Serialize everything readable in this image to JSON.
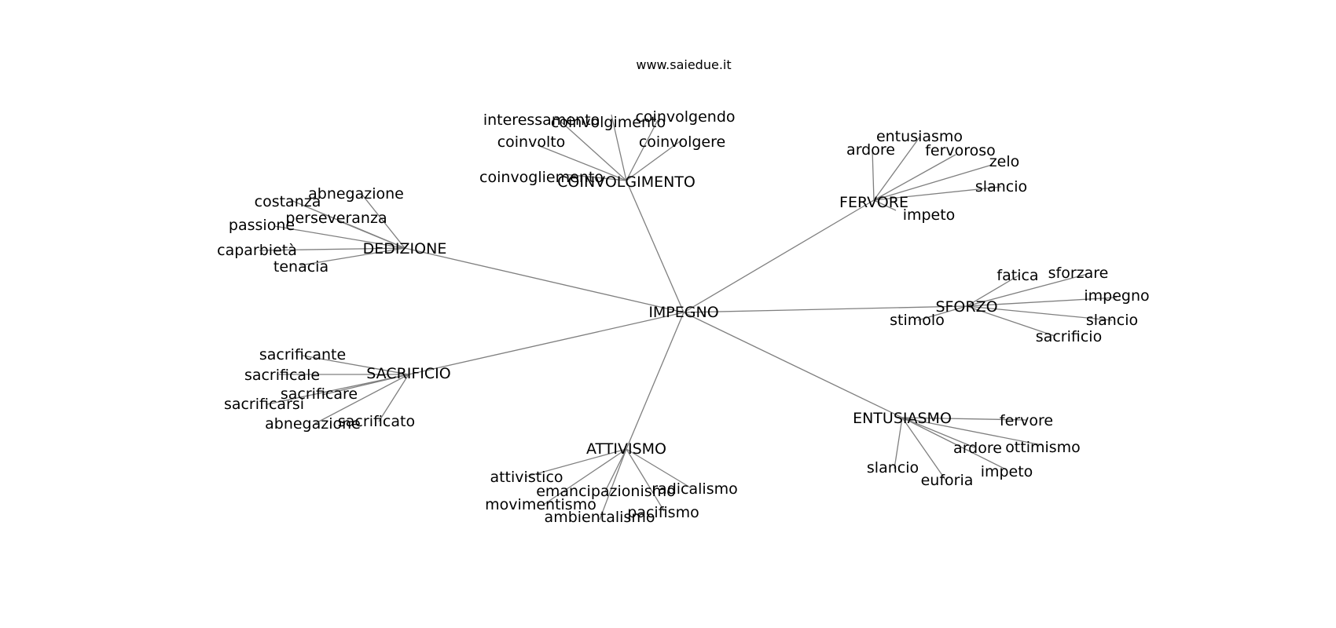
{
  "watermark": "www.saiedue.it",
  "center": "IMPEGNO",
  "groups": [
    {
      "id": "coinvolgimento",
      "label": "COINVOLGIMENTO",
      "terms": [
        "interessamento",
        "coinvolgimento",
        "coinvolgendo",
        "coinvolto",
        "coinvolgere",
        "coinvogliemento"
      ]
    },
    {
      "id": "fervore",
      "label": "FERVORE",
      "terms": [
        "entusiasmo",
        "ardore",
        "fervoroso",
        "zelo",
        "slancio",
        "impeto"
      ]
    },
    {
      "id": "dedizione",
      "label": "DEDIZIONE",
      "terms": [
        "abnegazione",
        "costanza",
        "perseveranza",
        "passione",
        "caparbietà",
        "tenacia"
      ]
    },
    {
      "id": "sforzo",
      "label": "SFORZO",
      "terms": [
        "fatica",
        "sforzare",
        "impegno",
        "stimolo",
        "slancio",
        "sacrificio"
      ]
    },
    {
      "id": "sacrificio",
      "label": "SACRIFICIO",
      "terms": [
        "sacrificante",
        "sacrificale",
        "sacrificare",
        "sacrificarsi",
        "abnegazione",
        "sacrificato"
      ]
    },
    {
      "id": "entusiasmo",
      "label": "ENTUSIASMO",
      "terms": [
        "fervore",
        "ardore",
        "ottimismo",
        "slancio",
        "impeto",
        "euforia"
      ]
    },
    {
      "id": "attivismo",
      "label": "ATTIVISMO",
      "terms": [
        "attivistico",
        "emancipazionismo",
        "radicalismo",
        "movimentismo",
        "pacifismo",
        "ambientalismo"
      ]
    }
  ]
}
